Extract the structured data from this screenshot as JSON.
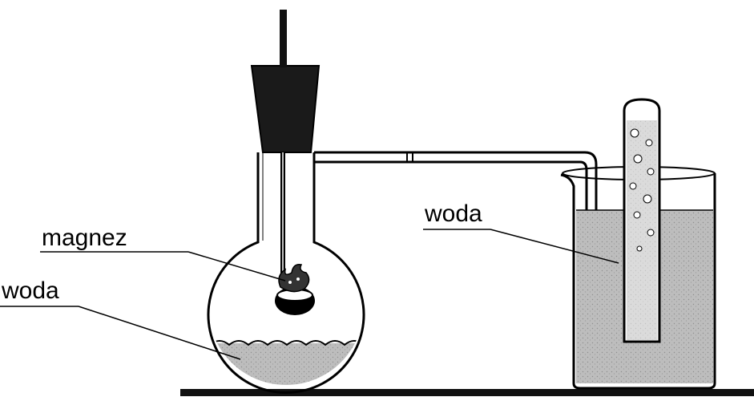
{
  "labels": {
    "magnesium": "magnez",
    "water_flask": "woda",
    "water_beaker": "woda"
  },
  "colors": {
    "ink": "#000000",
    "water": "#c8c8c8",
    "stopper": "#1a1a1a",
    "glass": "#ffffff"
  }
}
